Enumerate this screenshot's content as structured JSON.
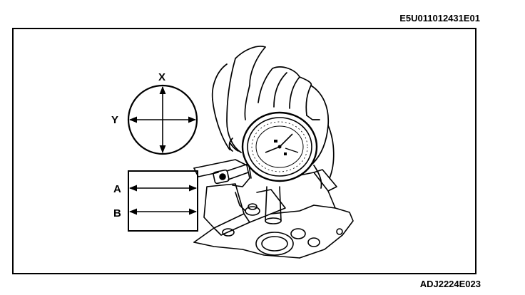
{
  "figure": {
    "code_top": "E5U011012431E01",
    "code_bottom": "ADJ2224E023",
    "circle_labels": {
      "x": "X",
      "y": "Y"
    },
    "bore_labels": {
      "a": "A",
      "b": "B"
    }
  },
  "colors": {
    "ink": "#000000",
    "paper": "#ffffff"
  }
}
